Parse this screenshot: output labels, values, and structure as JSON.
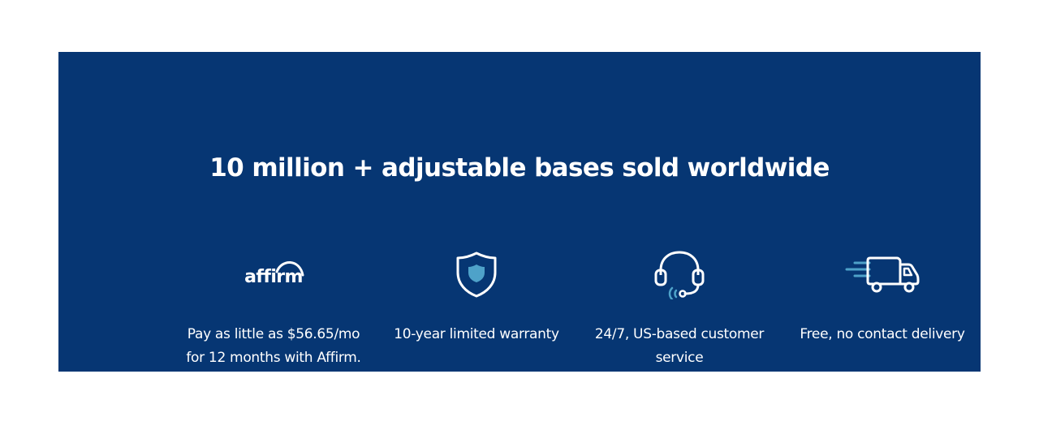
{
  "banner": {
    "headline": "10 million + adjustable bases sold worldwide",
    "background_color": "#063673",
    "accent_color": "#4ea2c9"
  },
  "features": [
    {
      "icon": "affirm-logo",
      "logo_text": "affirm",
      "text": "Pay as little as $56.65/mo for 12 months with Affirm."
    },
    {
      "icon": "shield-icon",
      "text": "10-year limited warranty"
    },
    {
      "icon": "headset-icon",
      "text": "24/7, US-based customer service"
    },
    {
      "icon": "delivery-truck-icon",
      "text": "Free, no contact delivery"
    }
  ]
}
